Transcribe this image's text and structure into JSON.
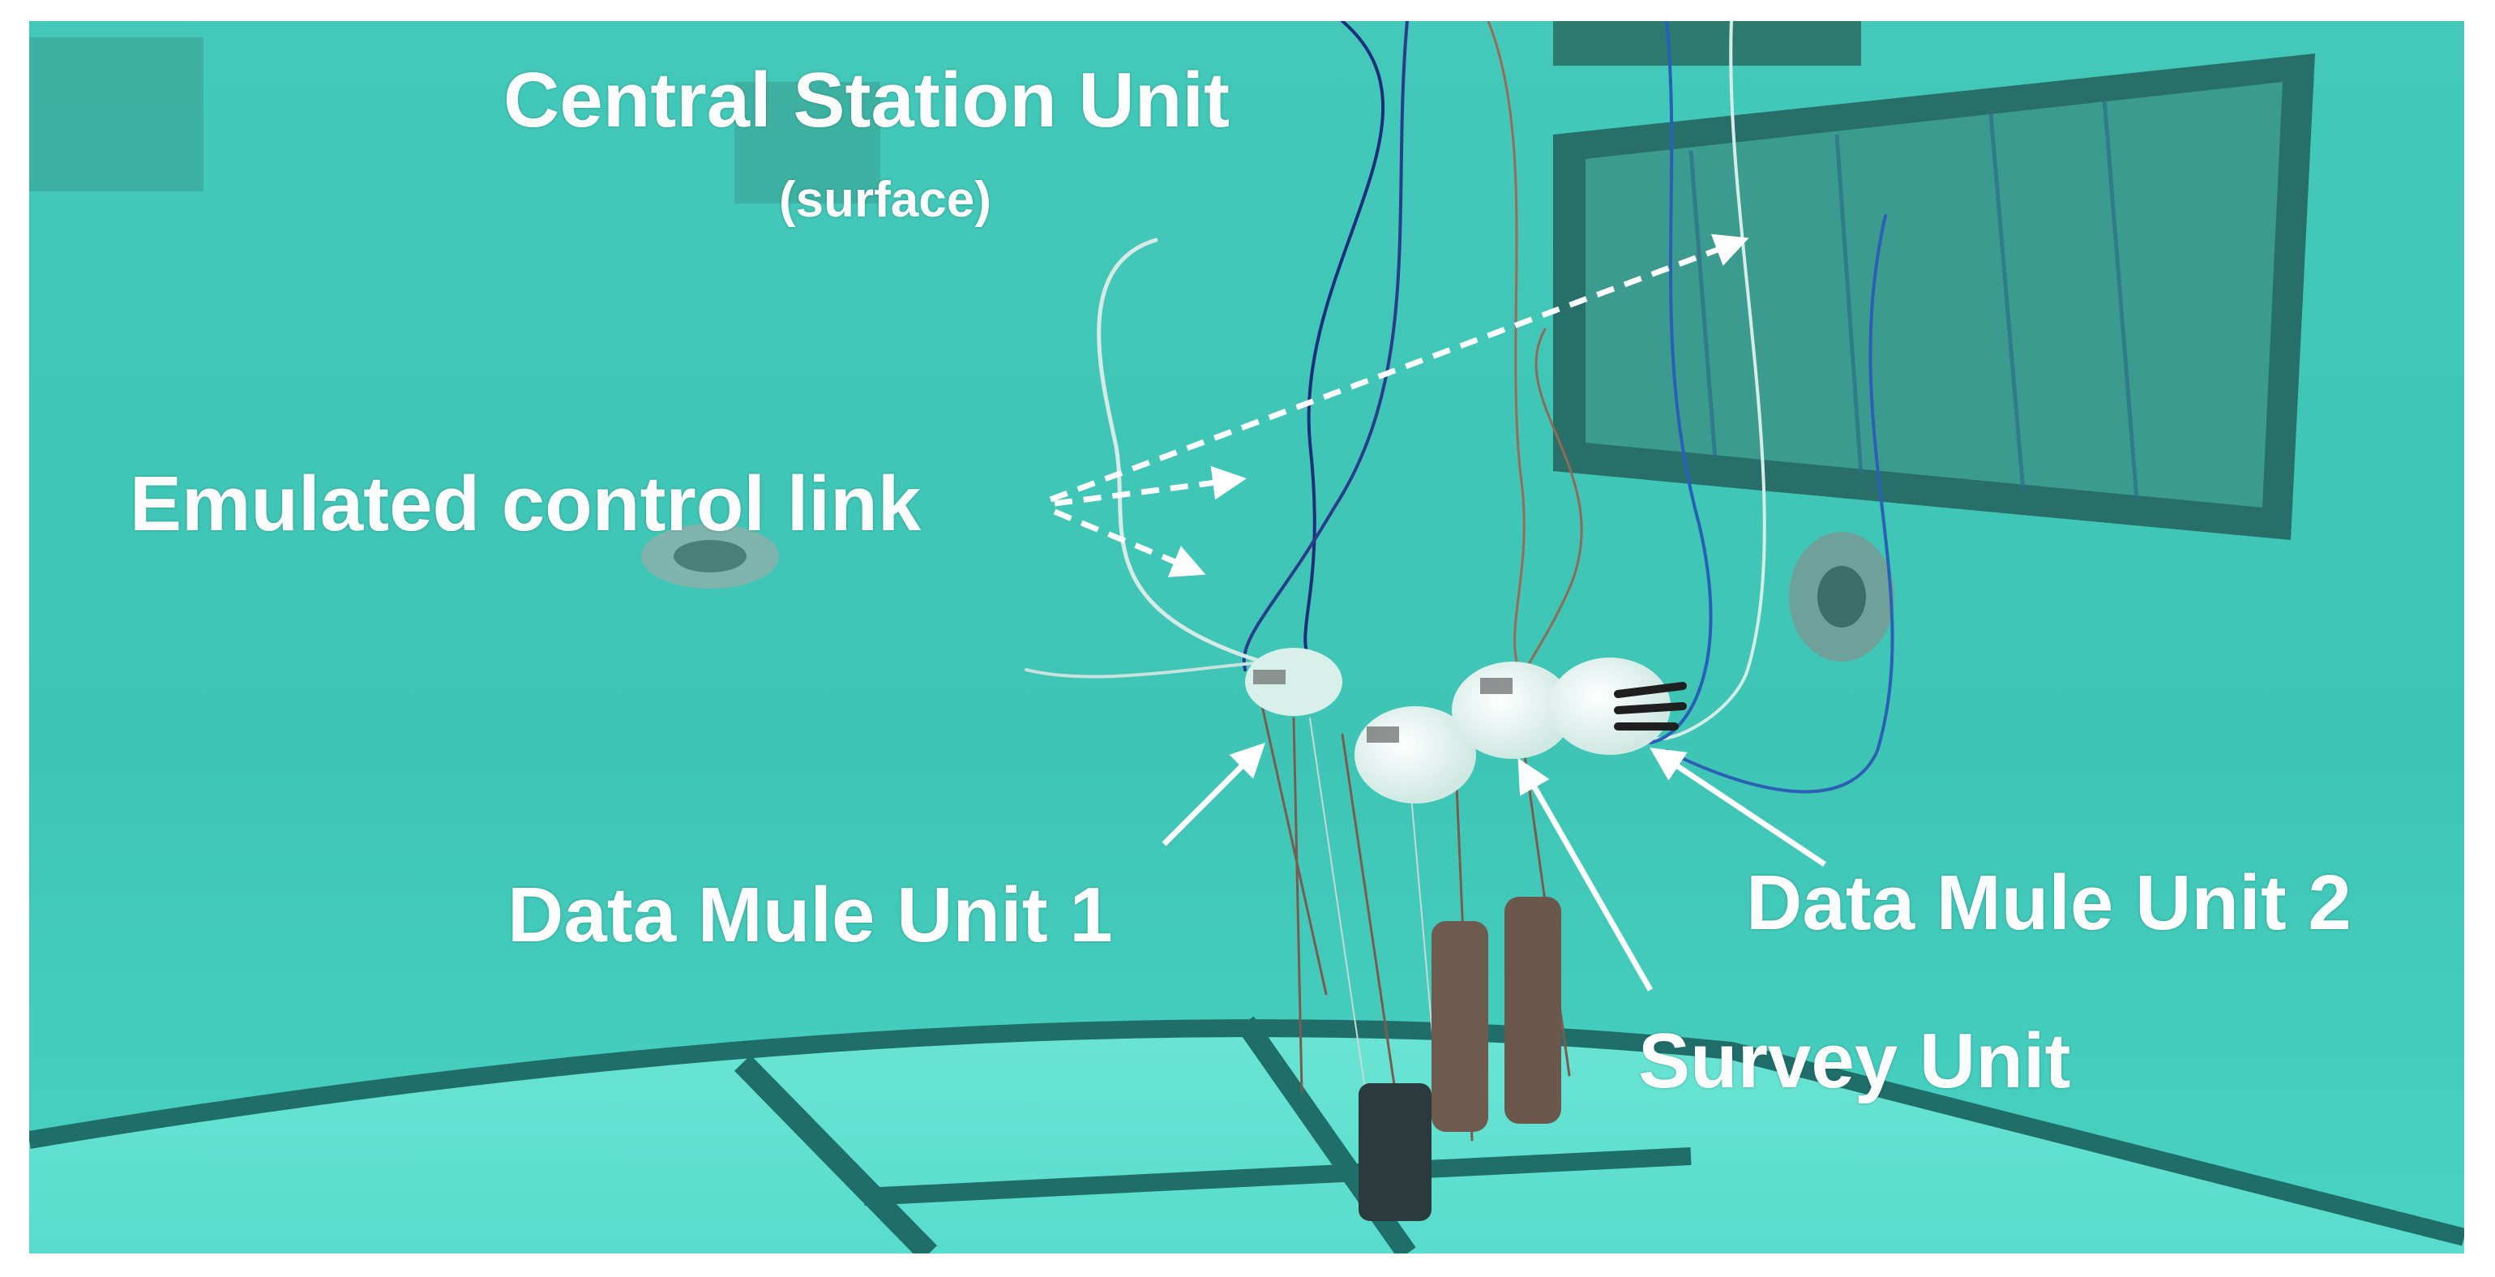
{
  "labels": {
    "central_station": "Central Station Unit",
    "surface": "(surface)",
    "control_link": "Emulated control link",
    "data_mule_1": "Data Mule Unit 1",
    "data_mule_2": "Data Mule Unit 2",
    "survey_unit": "Survey Unit"
  },
  "colors": {
    "pool_water": "#3ec9b8",
    "pool_floor": "#5fe0d0",
    "floor_lines": "#1f6e6a",
    "label_text": "#fdfdfd",
    "arrow": "#ffffff"
  }
}
